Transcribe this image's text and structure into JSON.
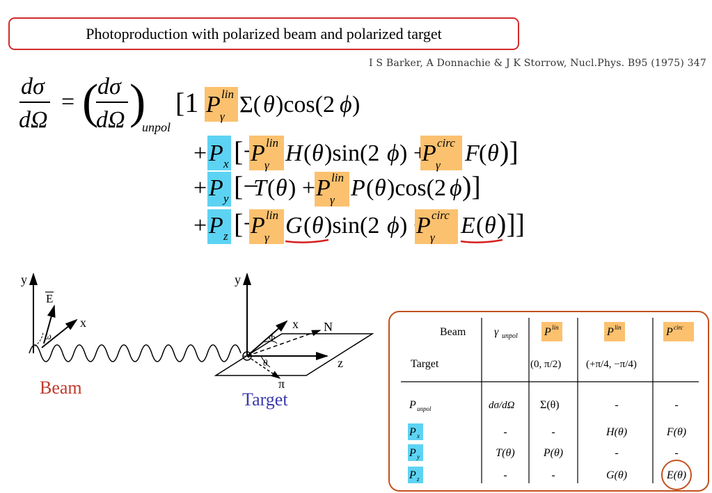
{
  "title": "Photoproduction with polarized beam and polarized target",
  "reference": "I S Barker, A Donnachie & J K Storrow, Nucl.Phys. B95 (1975) 347",
  "equation": {
    "lhs_num": "dσ",
    "lhs_den": "dΩ",
    "equals": "=",
    "unpol_sub": "unpol",
    "lin": "lin",
    "circ": "circ",
    "gamma": "γ"
  },
  "diagram": {
    "beam_label": "Beam",
    "target_label": "Target",
    "axis_y": "y",
    "axis_x": "x",
    "axis_z": "z",
    "axis_N": "N",
    "pi": "π",
    "E": "E",
    "omega": "ω",
    "Phi": "Φ",
    "theta": "θ"
  },
  "table": {
    "header_beam": "Beam",
    "header_target": "Target",
    "col_unpol": "γ",
    "col_unpol_sub": "unpol",
    "col2": "P",
    "col2_sup": "lin",
    "col3": "P",
    "col3_sup": "lin",
    "col4": "P",
    "col4_sup": "circ",
    "col2_angle": "(0, π/2)",
    "col3_angle": "(+π/4, −π/4)",
    "rows": [
      {
        "label": "P",
        "sub": "unpol",
        "c1": "dσ/dΩ",
        "c2": "Σ(θ)",
        "c3": "-",
        "c4": "-"
      },
      {
        "label": "P",
        "sub": "x",
        "c1": "-",
        "c2": "-",
        "c3": "H(θ)",
        "c4": "F(θ)"
      },
      {
        "label": "P",
        "sub": "y",
        "c1": "T(θ)",
        "c2": "P(θ)",
        "c3": "-",
        "c4": "-"
      },
      {
        "label": "P",
        "sub": "z",
        "c1": "-",
        "c2": "-",
        "c3": "G(θ)",
        "c4": "E(θ)"
      }
    ]
  },
  "colors": {
    "title_border": "#d42a2a",
    "highlight_orange": "#fbc16f",
    "highlight_blue": "#5dd3f3",
    "beam_text": "#c0392b",
    "target_text": "#3a3aad",
    "table_border": "#c3501e"
  }
}
